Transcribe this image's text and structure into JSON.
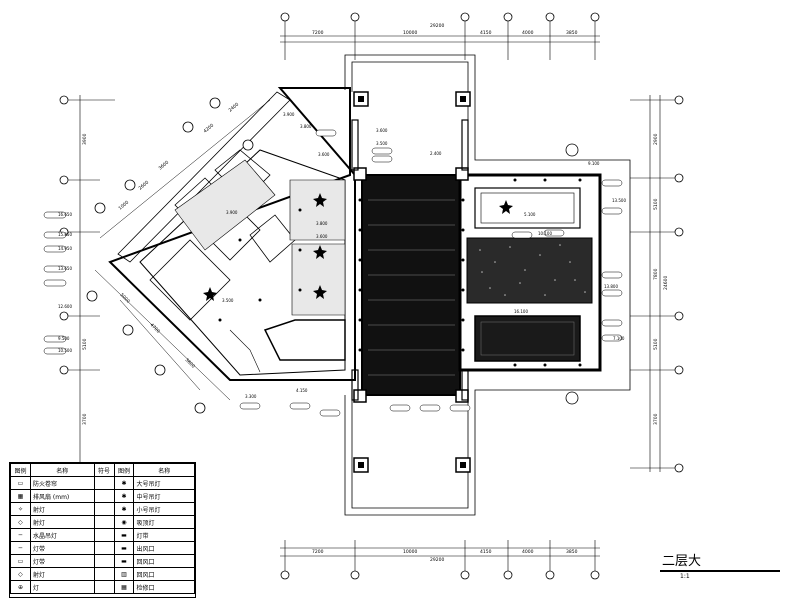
{
  "drawing": {
    "title": "二层大",
    "scale": "1:1",
    "dimensions_top": [
      "7200",
      "10000",
      "4150",
      "4000",
      "3850"
    ],
    "dimensions_top_total": "29200",
    "dimensions_bottom": [
      "7200",
      "10000",
      "4150",
      "4000",
      "3850"
    ],
    "dimensions_bottom_total": "29200",
    "dimensions_right": [
      "2900",
      "5100",
      "7800",
      "5100",
      "3700"
    ],
    "dimensions_right_total": "24600",
    "dimensions_left": [
      "3900",
      "5100",
      "3700"
    ],
    "elevations_left": [
      "16.650",
      "15.850",
      "14.950",
      "13.650",
      "12.600",
      "9.500",
      "10.500"
    ],
    "elevations_center": [
      "3.900",
      "3.800",
      "3.600",
      "3.500",
      "3.600",
      "3.900",
      "3.800",
      "3.600",
      "3.500",
      "4.150",
      "3.300",
      "2.400"
    ],
    "elevations_right": [
      "9.100",
      "13.500",
      "10.100",
      "13.800",
      "16.100",
      "7.100",
      "5.100"
    ],
    "diagonal_dims": [
      "4200",
      "2400",
      "3600",
      "2600",
      "1000",
      "5000",
      "4700",
      "3600"
    ]
  },
  "legend": {
    "headers": [
      "图例",
      "名称",
      "符号",
      "图例",
      "名称"
    ],
    "rows": [
      [
        "▭",
        "防火卷帘",
        "✱",
        "大号吊灯"
      ],
      [
        "▦",
        "排风扇 (mm)",
        "✱",
        "中号吊灯"
      ],
      [
        "✧",
        "射灯",
        "✱",
        "小号吊灯"
      ],
      [
        "◇",
        "射灯",
        "◉",
        "吸顶灯"
      ],
      [
        "─",
        "水晶吊灯",
        "▬",
        "灯带"
      ],
      [
        "─",
        "灯带",
        "▬",
        "出风口"
      ],
      [
        "▭",
        "灯带",
        "▬",
        "回风口"
      ],
      [
        "◇",
        "射灯",
        "▥",
        "回风口"
      ],
      [
        "⊕",
        "灯",
        "▦",
        "检修口"
      ]
    ]
  }
}
